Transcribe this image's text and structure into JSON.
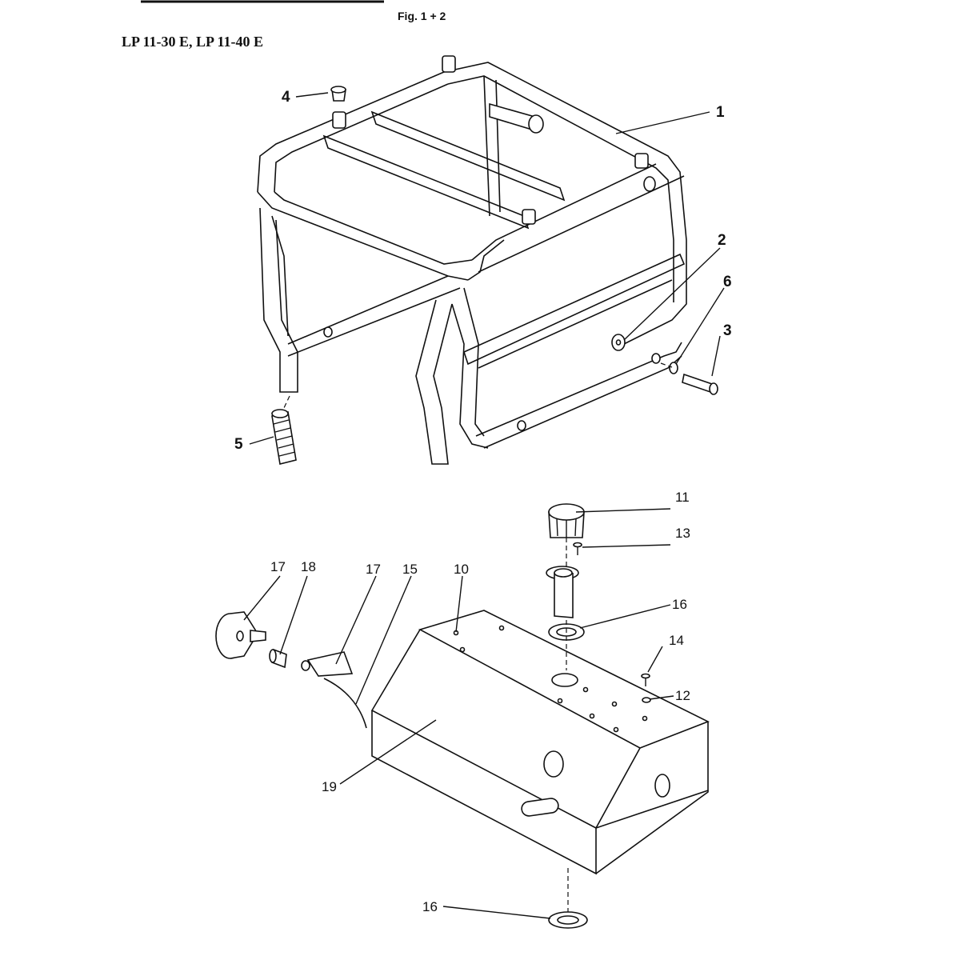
{
  "header": {
    "figure_title": "Fig. 1 + 2",
    "model_title": "LP 11-30 E, LP 11-40 E"
  },
  "callouts": {
    "c1": "1",
    "c2": "2",
    "c3": "3",
    "c4": "4",
    "c5": "5",
    "c6": "6",
    "c10": "10",
    "c11": "11",
    "c12": "12",
    "c13": "13",
    "c14": "14",
    "c15": "15",
    "c16a": "16",
    "c16b": "16",
    "c17a": "17",
    "c17b": "17",
    "c18": "18",
    "c19": "19"
  }
}
